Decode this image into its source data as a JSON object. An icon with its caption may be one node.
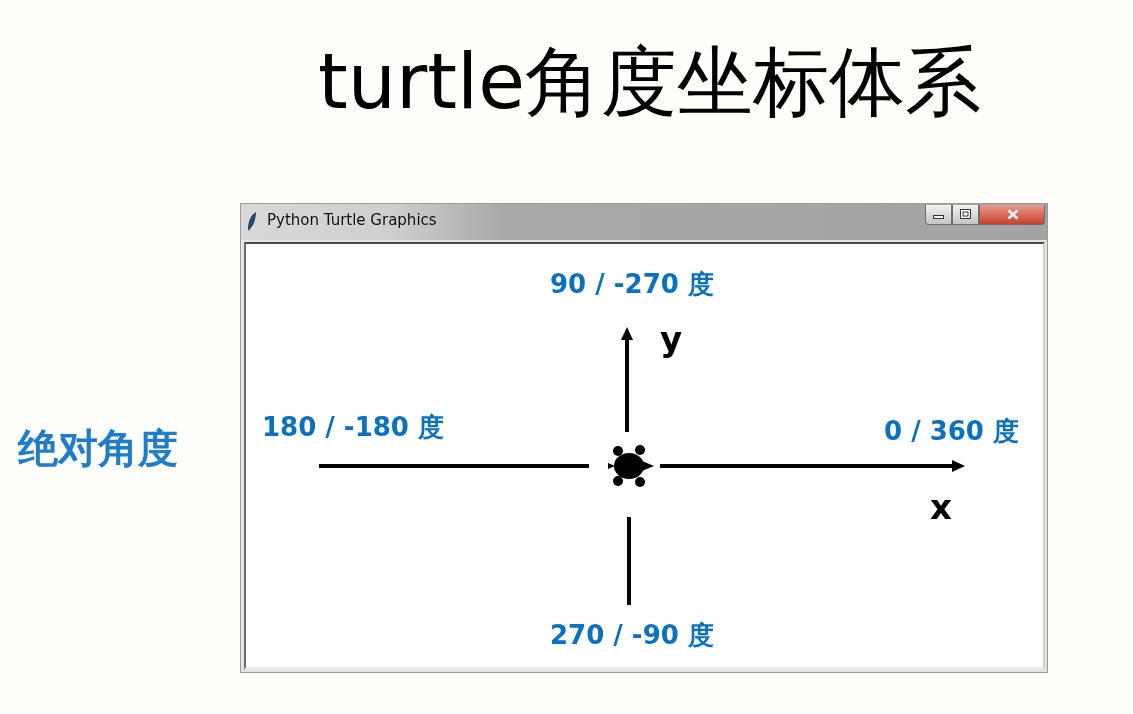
{
  "diagram": {
    "title": "turtle角度坐标体系",
    "nodes": [
      {
        "text": [
          "Python Turtle Graphics"
        ]
      }
    ],
    "labels": [
      "绝对角度",
      "90 / -270 度",
      "y",
      "180 / -180 度",
      "0 / 360 度",
      "x",
      "270 / -90 度"
    ]
  }
}
